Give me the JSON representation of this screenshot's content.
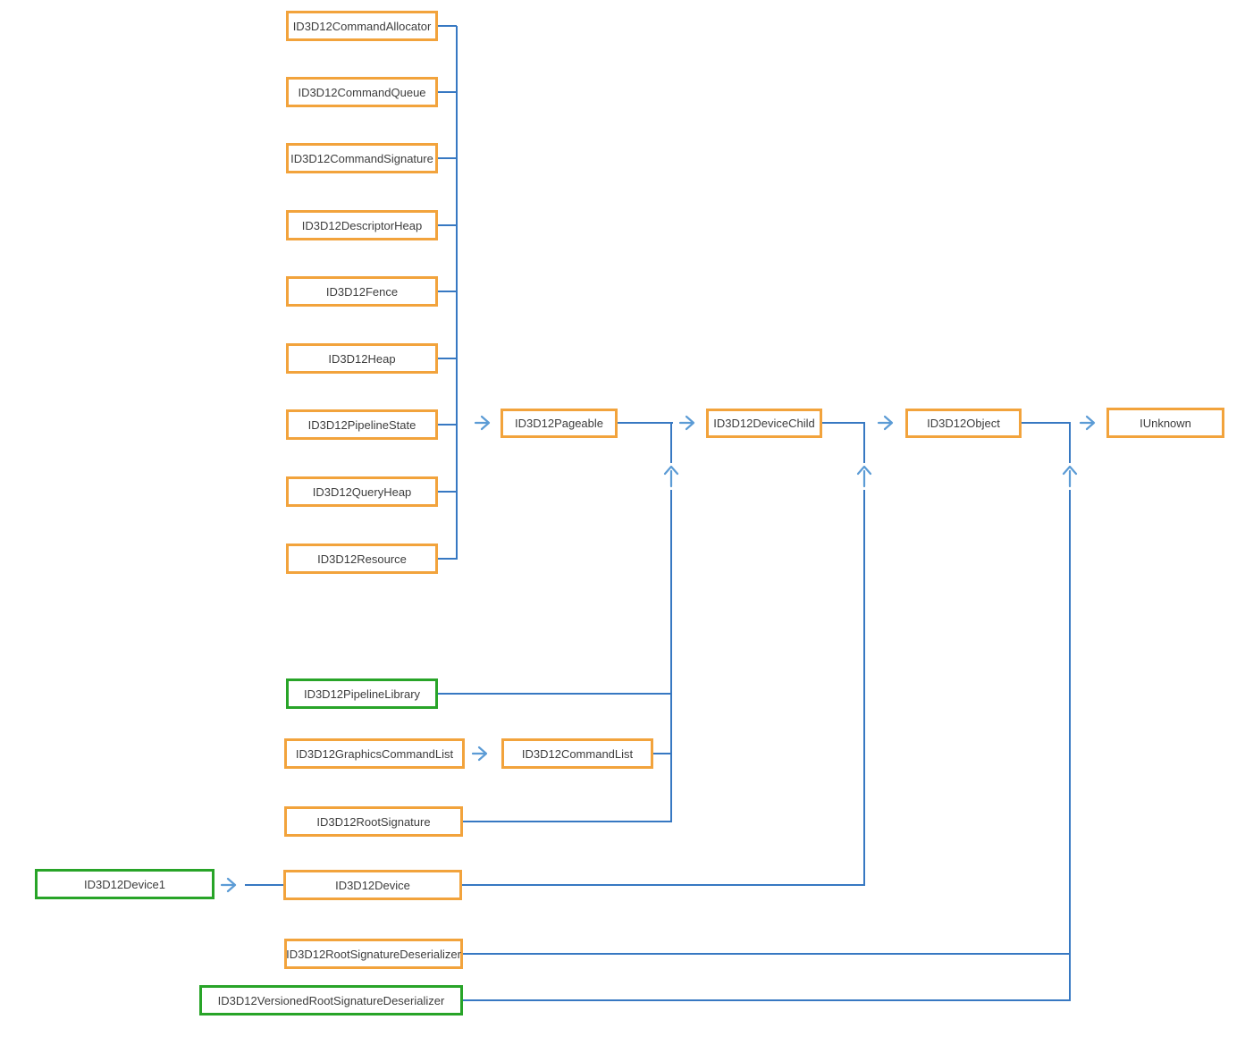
{
  "diagram": {
    "nodes": [
      {
        "id": "command-allocator",
        "label": "ID3D12CommandAllocator",
        "variant": "orange"
      },
      {
        "id": "command-queue",
        "label": "ID3D12CommandQueue",
        "variant": "orange"
      },
      {
        "id": "command-signature",
        "label": "ID3D12CommandSignature",
        "variant": "orange"
      },
      {
        "id": "descriptor-heap",
        "label": "ID3D12DescriptorHeap",
        "variant": "orange"
      },
      {
        "id": "fence",
        "label": "ID3D12Fence",
        "variant": "orange"
      },
      {
        "id": "heap",
        "label": "ID3D12Heap",
        "variant": "orange"
      },
      {
        "id": "pipeline-state",
        "label": "ID3D12PipelineState",
        "variant": "orange"
      },
      {
        "id": "query-heap",
        "label": "ID3D12QueryHeap",
        "variant": "orange"
      },
      {
        "id": "resource",
        "label": "ID3D12Resource",
        "variant": "orange"
      },
      {
        "id": "pageable",
        "label": "ID3D12Pageable",
        "variant": "orange"
      },
      {
        "id": "device-child",
        "label": "ID3D12DeviceChild",
        "variant": "orange"
      },
      {
        "id": "object",
        "label": "ID3D12Object",
        "variant": "orange"
      },
      {
        "id": "iunknown",
        "label": "IUnknown",
        "variant": "orange"
      },
      {
        "id": "pipeline-library",
        "label": "ID3D12PipelineLibrary",
        "variant": "green"
      },
      {
        "id": "graphics-command-list",
        "label": "ID3D12GraphicsCommandList",
        "variant": "orange"
      },
      {
        "id": "command-list",
        "label": "ID3D12CommandList",
        "variant": "orange"
      },
      {
        "id": "root-signature",
        "label": "ID3D12RootSignature",
        "variant": "orange"
      },
      {
        "id": "device1",
        "label": "ID3D12Device1",
        "variant": "green"
      },
      {
        "id": "device",
        "label": "ID3D12Device",
        "variant": "orange"
      },
      {
        "id": "root-signature-deserializer",
        "label": "ID3D12RootSignatureDeserializer",
        "variant": "orange"
      },
      {
        "id": "versioned-root-signature-deserializer",
        "label": "ID3D12VersionedRootSignatureDeserializer",
        "variant": "green"
      }
    ],
    "edges": [
      {
        "from": "command-allocator",
        "to": "pageable"
      },
      {
        "from": "command-queue",
        "to": "pageable"
      },
      {
        "from": "command-signature",
        "to": "pageable"
      },
      {
        "from": "descriptor-heap",
        "to": "pageable"
      },
      {
        "from": "fence",
        "to": "pageable"
      },
      {
        "from": "heap",
        "to": "pageable"
      },
      {
        "from": "pipeline-state",
        "to": "pageable"
      },
      {
        "from": "query-heap",
        "to": "pageable"
      },
      {
        "from": "resource",
        "to": "pageable"
      },
      {
        "from": "pageable",
        "to": "device-child"
      },
      {
        "from": "device-child",
        "to": "object"
      },
      {
        "from": "object",
        "to": "iunknown"
      },
      {
        "from": "pipeline-library",
        "to": "device-child"
      },
      {
        "from": "graphics-command-list",
        "to": "command-list"
      },
      {
        "from": "command-list",
        "to": "device-child"
      },
      {
        "from": "root-signature",
        "to": "device-child"
      },
      {
        "from": "device1",
        "to": "device"
      },
      {
        "from": "device",
        "to": "object"
      },
      {
        "from": "root-signature-deserializer",
        "to": "iunknown"
      },
      {
        "from": "versioned-root-signature-deserializer",
        "to": "iunknown"
      }
    ],
    "colors": {
      "orange_border": "#F2A33C",
      "green_border": "#28A428",
      "line": "#3778C2",
      "arrow": "#5B9BD5",
      "text": "#3D3D3D",
      "background": "#FFFFFF"
    }
  }
}
